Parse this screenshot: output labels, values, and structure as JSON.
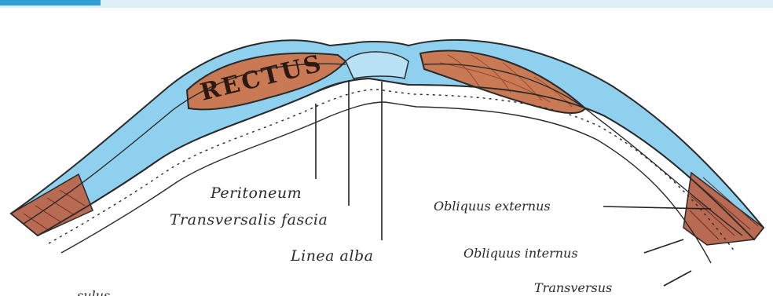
{
  "labels": {
    "rectus": "RECTUS",
    "peritoneum": "Peritoneum",
    "transversalis_fascia": "Transversalis fascia",
    "linea_alba": "Linea alba",
    "obliquus_externus": "Obliquus externus",
    "obliquus_internus": "Obliquus internus",
    "transversus": "Transversus",
    "bottom_left_partial": "sulus"
  },
  "colors": {
    "sheath_blue": "#8fd0ee",
    "muscle": "#c97a55",
    "muscle_fibre": "#8a3d2a",
    "outline": "#2a2a2a",
    "top_strip": "#dfeff7"
  }
}
